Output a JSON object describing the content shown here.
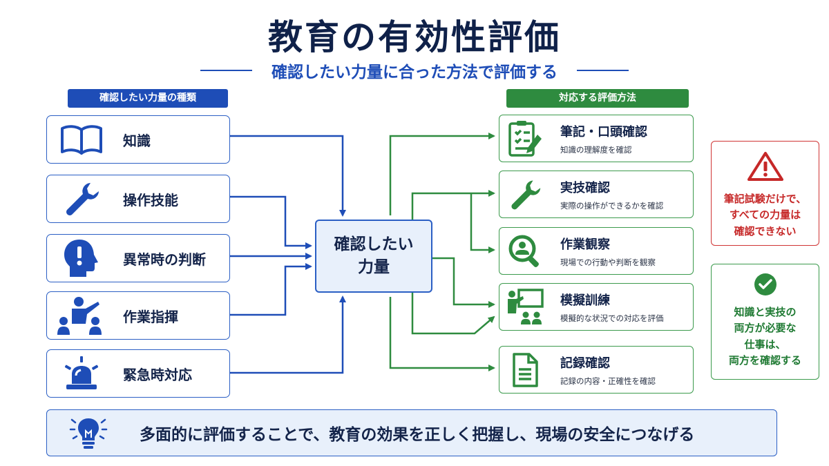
{
  "title": "教育の有効性評価",
  "subtitle": "確認したい力量に合った方法で評価する",
  "left_section": {
    "label": "確認したい力量の種類",
    "items": [
      {
        "label": "知識",
        "icon": "book-icon"
      },
      {
        "label": "操作技能",
        "icon": "wrench-icon"
      },
      {
        "label": "異常時の判断",
        "icon": "head-exclamation-icon"
      },
      {
        "label": "作業指揮",
        "icon": "instructor-icon"
      },
      {
        "label": "緊急時対応",
        "icon": "siren-icon"
      }
    ]
  },
  "center": {
    "line1": "確認したい",
    "line2": "力量"
  },
  "right_section": {
    "label": "対応する評価方法",
    "items": [
      {
        "title": "筆記・口頭確認",
        "desc": "知識の理解度を確認",
        "icon": "checklist-icon"
      },
      {
        "title": "実技確認",
        "desc": "実際の操作ができるかを確認",
        "icon": "wrench-icon"
      },
      {
        "title": "作業観察",
        "desc": "現場での行動や判断を観察",
        "icon": "magnifier-person-icon"
      },
      {
        "title": "模擬訓練",
        "desc": "模擬的な状況での対応を評価",
        "icon": "training-board-icon"
      },
      {
        "title": "記録確認",
        "desc": "記録の内容・正確性を確認",
        "icon": "document-icon"
      }
    ]
  },
  "warning": {
    "text": "筆記試験だけで、\nすべての力量は\n確認できない",
    "icon": "warning-triangle-icon"
  },
  "ok": {
    "text": "知識と実技の\n両方が必要な\n仕事は、\n両方を確認する",
    "icon": "check-circle-icon"
  },
  "bottom": {
    "text": "多面的に評価することで、教育の効果を正しく把握し、現場の安全につなげる",
    "icon": "lightbulb-icon"
  },
  "colors": {
    "navy": "#0f2149",
    "blue": "#1e4db7",
    "green": "#2e8b3f",
    "red": "#c62828",
    "light_blue": "#e8f0fb"
  }
}
